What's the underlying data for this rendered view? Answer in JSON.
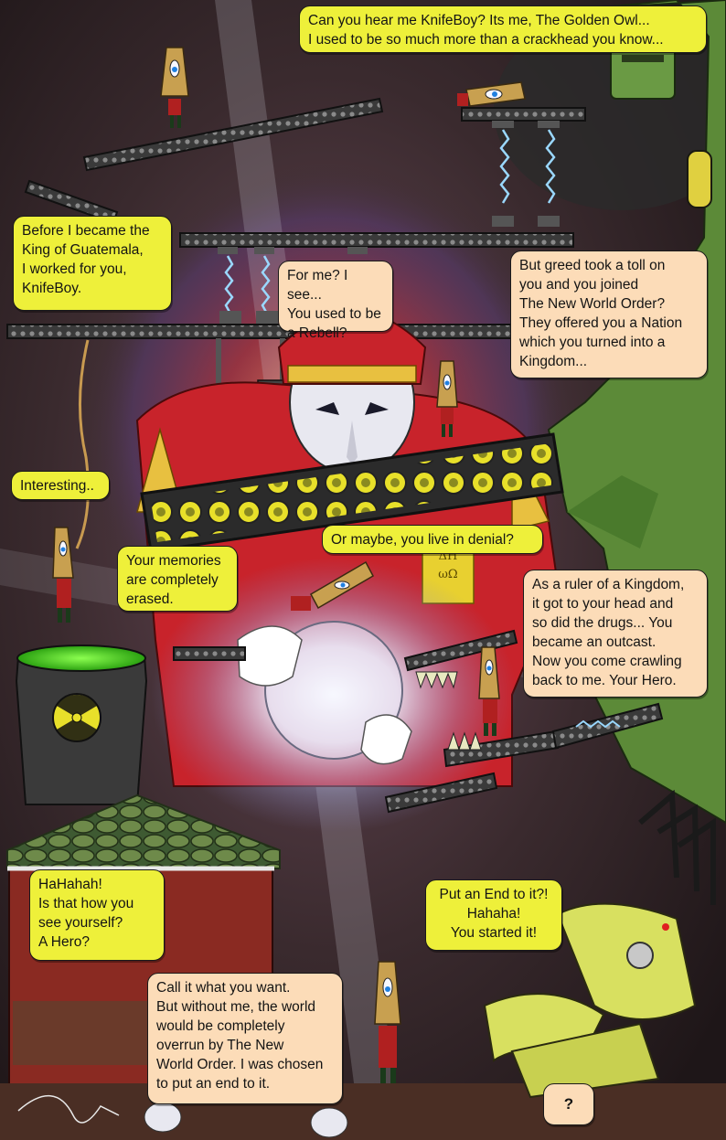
{
  "comic": {
    "bubbles": {
      "golden_owl": "Can you hear me KnifeBoy? Its me, The Golden Owl...\nI used to be so much more than a crackhead you know...",
      "king": "Before I became the\nKing of Guatemala,\nI worked for you,\nKnifeBoy.",
      "for_me": "For me? I see...\nYou used to be\na Rebell?",
      "greed": "But greed took a toll on\nyou and you joined\nThe New World Order?\nThey offered you a Nation\nwhich you turned into a\nKingdom...",
      "interesting": "Interesting..",
      "denial": "Or maybe, you live in denial?",
      "memories": "Your memories\nare completely\nerased.",
      "ruler": "As a ruler of a Kingdom,\nit got to your head and\nso did the drugs... You\nbecame an outcast.\nNow you come crawling\nback to me. Your Hero.",
      "hahah": "HaHahah!\nIs that how you\nsee yourself?\nA Hero?",
      "end": "Put an End to it?!\nHahaha!\nYou started it!",
      "call": "Call it what you want.\nBut without me, the world\nwould be completely\noverrun by The New\nWorld Order. I was chosen\nto put an end to it.",
      "question": "?"
    },
    "scroll_glyphs": "ΔH\nωΩ",
    "colors": {
      "speech_yellow": "#eef03a",
      "speech_peach": "#fcdcb8",
      "general_red": "#c8232b",
      "tower_green": "#5c8a38",
      "goo_green": "#39ff14",
      "energy_blue": "#c9d8ff"
    }
  }
}
